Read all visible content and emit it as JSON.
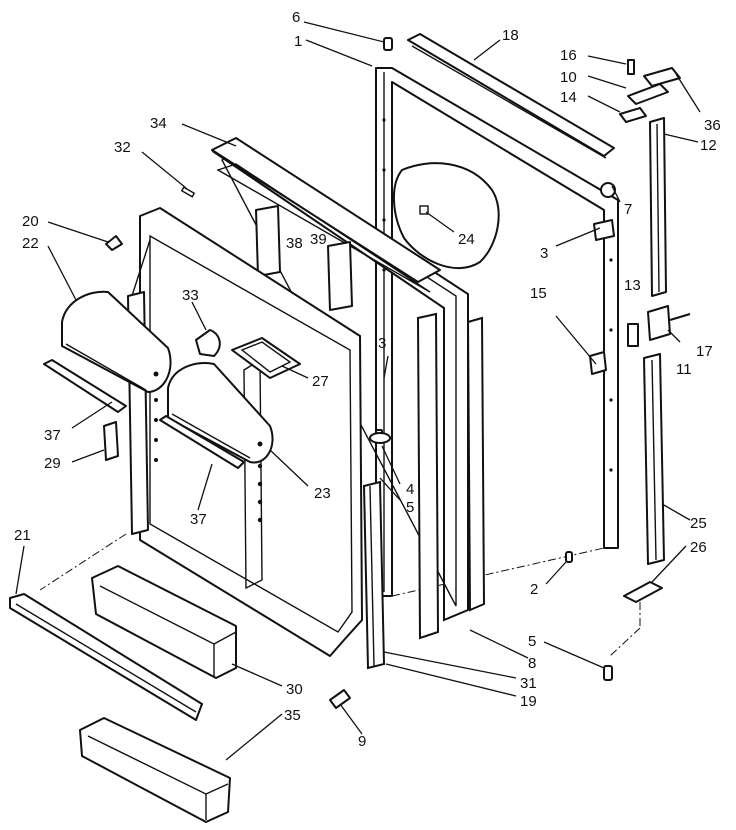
{
  "diagram": {
    "colors": {
      "ink": "#111111",
      "paper": "#ffffff"
    },
    "callouts": [
      {
        "id": "c6a",
        "label": "6"
      },
      {
        "id": "c1",
        "label": "1"
      },
      {
        "id": "c18",
        "label": "18"
      },
      {
        "id": "c16",
        "label": "16"
      },
      {
        "id": "c10",
        "label": "10"
      },
      {
        "id": "c14",
        "label": "14"
      },
      {
        "id": "c36",
        "label": "36"
      },
      {
        "id": "c12",
        "label": "12"
      },
      {
        "id": "c34",
        "label": "34"
      },
      {
        "id": "c32",
        "label": "32"
      },
      {
        "id": "c7",
        "label": "7"
      },
      {
        "id": "c20",
        "label": "20"
      },
      {
        "id": "c22",
        "label": "22"
      },
      {
        "id": "c39",
        "label": "39"
      },
      {
        "id": "c38",
        "label": "38"
      },
      {
        "id": "c24",
        "label": "24"
      },
      {
        "id": "c3a",
        "label": "3"
      },
      {
        "id": "c15",
        "label": "15"
      },
      {
        "id": "c13",
        "label": "13"
      },
      {
        "id": "c33",
        "label": "33"
      },
      {
        "id": "c17",
        "label": "17"
      },
      {
        "id": "c11",
        "label": "11"
      },
      {
        "id": "c3b",
        "label": "3"
      },
      {
        "id": "c27",
        "label": "27"
      },
      {
        "id": "c37a",
        "label": "37"
      },
      {
        "id": "c29",
        "label": "29"
      },
      {
        "id": "c23",
        "label": "23"
      },
      {
        "id": "c4",
        "label": "4"
      },
      {
        "id": "c5a",
        "label": "5"
      },
      {
        "id": "c37b",
        "label": "37"
      },
      {
        "id": "c25",
        "label": "25"
      },
      {
        "id": "c21",
        "label": "21"
      },
      {
        "id": "c26",
        "label": "26"
      },
      {
        "id": "c2",
        "label": "2"
      },
      {
        "id": "c5b",
        "label": "5"
      },
      {
        "id": "c8",
        "label": "8"
      },
      {
        "id": "c30",
        "label": "30"
      },
      {
        "id": "c31",
        "label": "31"
      },
      {
        "id": "c19",
        "label": "19"
      },
      {
        "id": "c35",
        "label": "35"
      },
      {
        "id": "c9",
        "label": "9"
      }
    ]
  }
}
